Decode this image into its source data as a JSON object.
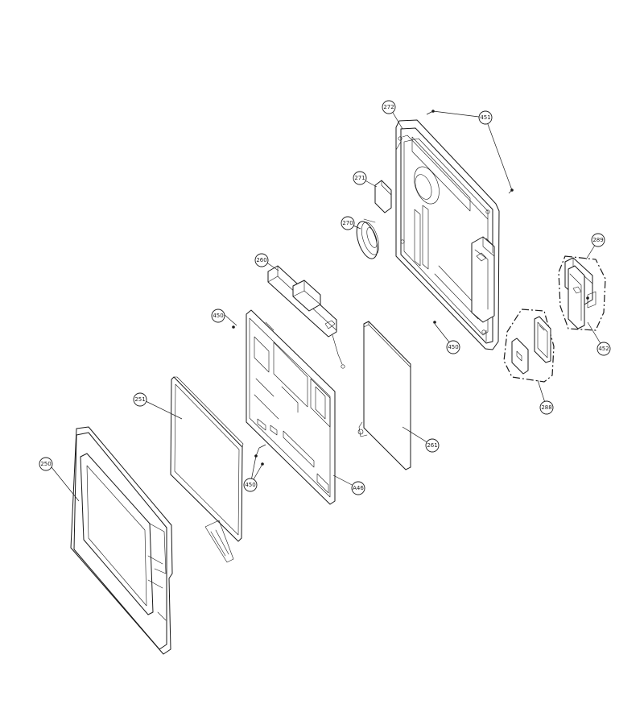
{
  "callouts": {
    "c250": "250",
    "c251": "251",
    "c261": "261",
    "c260": "260",
    "c270": "270",
    "c271": "271",
    "c272": "272",
    "c289": "289",
    "c288": "288",
    "c450_top": "450",
    "c450_mid": "450",
    "c450_right": "450",
    "c451": "451",
    "c452": "452",
    "cA46": "A46"
  }
}
